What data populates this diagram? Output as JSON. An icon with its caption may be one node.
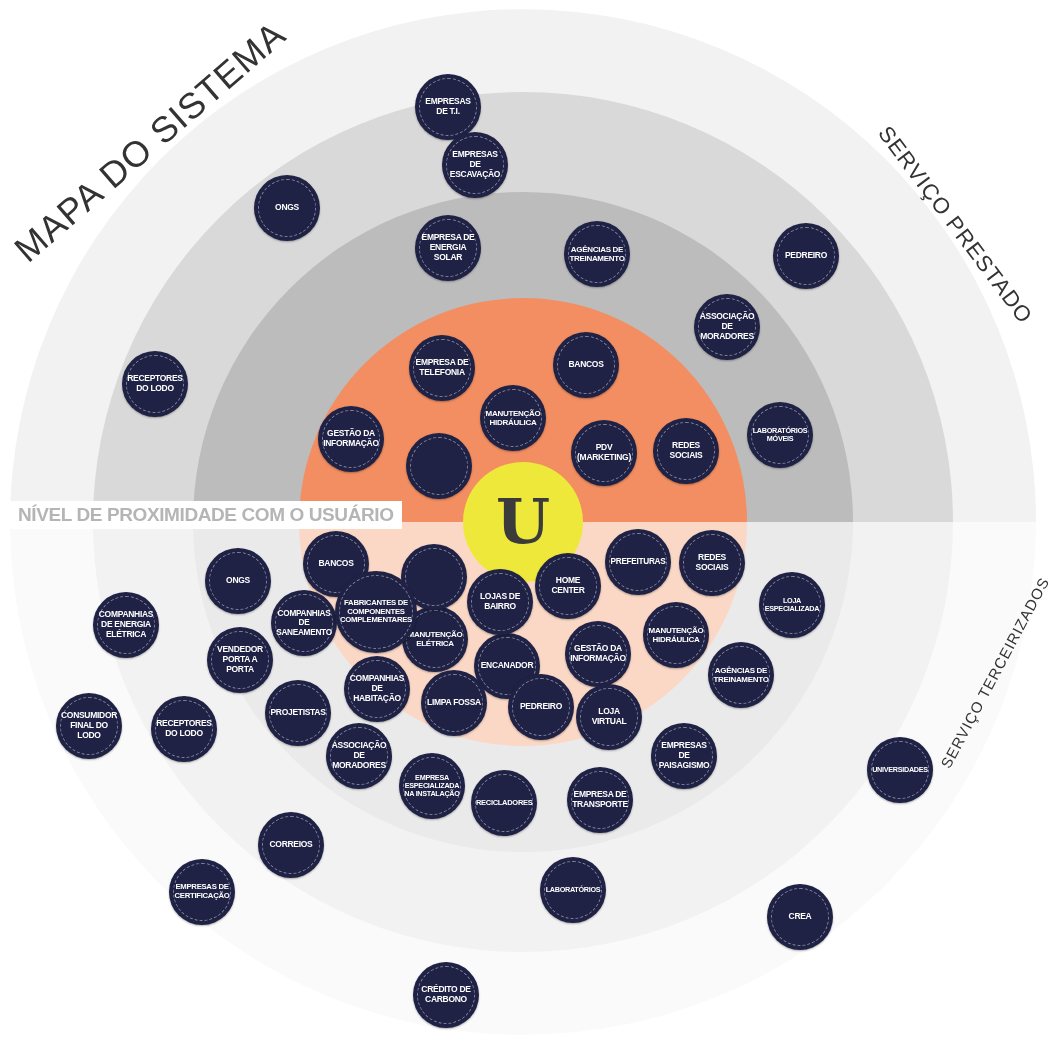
{
  "diagram": {
    "title": "MAPA DO SISTEMA",
    "nodes": [
      {
        "text": [
          "EMPRESAS DE T.I."
        ]
      },
      {
        "text": [
          "EMPRESAS DE ESCAVAÇÃO"
        ]
      },
      {
        "text": [
          "ONGS"
        ]
      },
      {
        "text": [
          "EMPRESA DE ENERGIA SOLAR"
        ]
      },
      {
        "text": [
          "AGÊNCIAS DE TREINAMENTO"
        ]
      },
      {
        "text": [
          "PEDREIRO"
        ]
      },
      {
        "text": [
          "ASSOCIAÇÃO DE MORADORES"
        ]
      },
      {
        "text": [
          "RECEPTORES DO LODO"
        ]
      },
      {
        "text": [
          "EMPRESA DE TELEFONIA"
        ]
      },
      {
        "text": [
          "BANCOS"
        ]
      },
      {
        "text": [
          "MANUTENÇÃO HIDRÁULICA"
        ]
      },
      {
        "text": [
          "LABORATÓRIOS MÓVEIS"
        ]
      },
      {
        "text": [
          "GESTÃO DA INFORMAÇÃO"
        ]
      },
      {
        "text": [],
        "shape": "circle"
      },
      {
        "text": [
          "PDV (MARKETING)"
        ]
      },
      {
        "text": [
          "REDES SOCIAIS"
        ]
      },
      {
        "text": [
          "U"
        ]
      },
      {
        "text": [
          "BANCOS"
        ]
      },
      {
        "text": [
          "ONGS"
        ]
      },
      {
        "text": [],
        "shape": "circle"
      },
      {
        "text": [
          "PREFEITURAS"
        ]
      },
      {
        "text": [
          "REDES SOCIAIS"
        ]
      },
      {
        "text": [
          "HOME CENTER"
        ]
      },
      {
        "text": [
          "LOJAS DE BAIRRO"
        ]
      },
      {
        "text": [
          "COMPANHIAS DE ENERGIA ELÉTRICA"
        ]
      },
      {
        "text": [
          "FABRICANTES DE COMPONENTES COMPLEMENTARES"
        ]
      },
      {
        "text": [
          "COMPANHIAS DE SANEAMENTO"
        ]
      },
      {
        "text": [
          "LOJA ESPECIALIZADA"
        ]
      },
      {
        "text": [
          "MANUTENÇÃO ELÉTRICA"
        ]
      },
      {
        "text": [
          "GESTÃO DA INFORMAÇÃO"
        ]
      },
      {
        "text": [
          "MANUTENÇÃO HIDRÁULICA"
        ]
      },
      {
        "text": [
          "VENDEDOR PORTA A PORTA"
        ]
      },
      {
        "text": [
          "ENCANADOR"
        ]
      },
      {
        "text": [
          "AGÊNCIAS DE TREINAMENTO"
        ]
      },
      {
        "text": [
          "COMPANHIAS DE HABITAÇÃO"
        ]
      },
      {
        "text": [
          "LIMPA FOSSA"
        ]
      },
      {
        "text": [
          "PEDREIRO"
        ]
      },
      {
        "text": [
          "LOJA VIRTUAL"
        ]
      },
      {
        "text": [
          "PROJETISTAS"
        ]
      },
      {
        "text": [
          "CONSUMIDOR FINAL DO LODO"
        ]
      },
      {
        "text": [
          "RECEPTORES DO LODO"
        ]
      },
      {
        "text": [
          "ASSOCIAÇÃO DE MORADORES"
        ]
      },
      {
        "text": [
          "EMPRESAS DE PAISAGISMO"
        ]
      },
      {
        "text": [
          "UNIVERSIDADES"
        ]
      },
      {
        "text": [
          "EMPRESA ESPECIALIZADA NA INSTALAÇÃO"
        ]
      },
      {
        "text": [
          "RECICLADORES"
        ]
      },
      {
        "text": [
          "EMPRESA DE TRANSPORTE"
        ]
      },
      {
        "text": [
          "CORREIOS"
        ]
      },
      {
        "text": [
          "LABORATÓRIOS"
        ]
      },
      {
        "text": [
          "EMPRESAS DE CERTIFICAÇÃO"
        ]
      },
      {
        "text": [
          "CREA"
        ]
      },
      {
        "text": [
          "CRÉDITO DE CARBONO"
        ]
      }
    ],
    "edges": [],
    "labels": [
      "SERVIÇO PRESTADO",
      "NÍVEL DE PROXIMIDADE COM O USUÁRIO",
      "SERVIÇO TERCEIRIZADOS"
    ]
  }
}
